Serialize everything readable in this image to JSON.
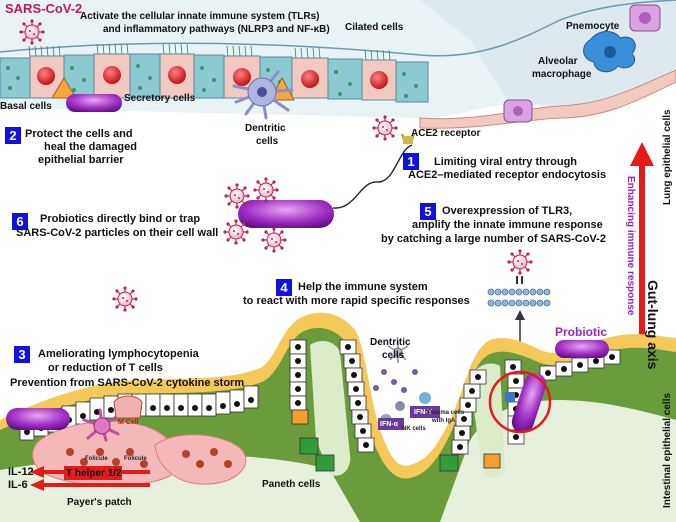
{
  "virus_label": "SARS-CoV-2",
  "top": {
    "activate_line1": "Activate the cellular innate immune system (TLRs)",
    "activate_line2": "and inflammatory pathways (NLRP3 and NF-κB)",
    "cilated_cells": "Cilated cells",
    "pnemocyte": "Pnemocyte",
    "alveolar_macrophage_1": "Alveolar",
    "alveolar_macrophage_2": "macrophage",
    "basal_cells": "Basal cells",
    "secretory_cells": "Secretory cells",
    "dentritic_cells_1": "Dentritic",
    "dentritic_cells_2": "cells",
    "ace2_receptor": "ACE2 receptor",
    "lung_epithelial_cells": "Lung epithelial cells"
  },
  "steps": [
    {
      "num": "1",
      "line1": "Limiting viral entry through",
      "line2": "ACE2–mediated receptor endocytosis"
    },
    {
      "num": "2",
      "line1": "Protect the cells and",
      "line2": "heal the damaged",
      "line3": "epithelial barrier"
    },
    {
      "num": "3",
      "line1": "Ameliorating lymphocytopenia",
      "line2": "or reduction of T cells",
      "line3": "Prevention from SARS-CoV-2 cytokine storm"
    },
    {
      "num": "4",
      "line1": "Help the immune system",
      "line2": "to react with more rapid specific responses"
    },
    {
      "num": "5",
      "line1": "Overexpression of TLR3,",
      "line2": "amplify the innate immune response",
      "line3": "by catching a large number of SARS-CoV-2"
    },
    {
      "num": "6",
      "line1": "Probiotics directly bind or trap",
      "line2": "SARS-CoV-2 particles on their cell wall"
    }
  ],
  "axis": {
    "gut_lung_axis": "Gut-lung axis",
    "enhancing_immune_response": "Enhancing immune response"
  },
  "bottom": {
    "probiotic": "Probiotic",
    "dentritic_cells_1": "Dentritic",
    "dentritic_cells_2": "cells",
    "m_cell": "M Cell",
    "folicule_1": "Folicule",
    "folicule_2": "Folicule",
    "il12": "IL-12",
    "il6": "IL-6",
    "t_helper": "T helper 1/2",
    "payers_patch": "Payer's patch",
    "paneth_cells": "Paneth cells",
    "ifn_alpha": "IFN-α",
    "ifn_gamma": "IFN-Y",
    "nk_cells": "NK cells",
    "plasma_cells_1": "Plasma cells",
    "plasma_cells_2": "with IgA",
    "intestinal_epithelial_cells": "Intestinal epithelial cells"
  },
  "colors": {
    "step_box": "#1010e0",
    "arrow_red": "#e51b1b",
    "virus_label": "#c0185a",
    "axis_purple": "#a020c0",
    "probiotic_purple": "#9b22c8"
  }
}
